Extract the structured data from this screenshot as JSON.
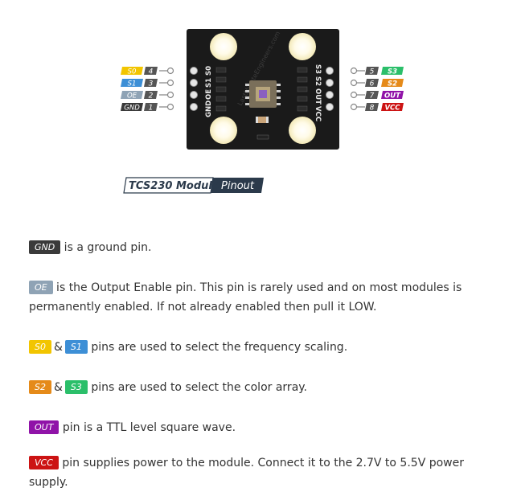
{
  "colors": {
    "GND": "#3a3a3a",
    "OE": "#8fa3b5",
    "S0": "#f2c500",
    "S1": "#3d8fd6",
    "S2": "#e58a19",
    "S3": "#2bbf6a",
    "OUT": "#9013a8",
    "VCC": "#cc1313",
    "board": "#1a1a1a"
  },
  "diagram": {
    "caption_left": "TCS230 Module",
    "caption_right": "Pinout",
    "left_pins": [
      {
        "name": "S0",
        "num": "4"
      },
      {
        "name": "S1",
        "num": "3"
      },
      {
        "name": "OE",
        "num": "2"
      },
      {
        "name": "GND",
        "num": "1"
      }
    ],
    "right_pins": [
      {
        "name": "S3",
        "num": "5"
      },
      {
        "name": "S2",
        "num": "6"
      },
      {
        "name": "OUT",
        "num": "7"
      },
      {
        "name": "VCC",
        "num": "8"
      }
    ],
    "left_silk": [
      "S0",
      "S1",
      "OE",
      "GND"
    ],
    "right_silk": [
      "S3",
      "S2",
      "OUT",
      "VCC"
    ],
    "watermark": "LastMinuteEngineers.com"
  },
  "descriptions": {
    "gnd": {
      "badge": "GND",
      "text": " is a ground pin."
    },
    "oe": {
      "badge": "OE",
      "text": " is the Output Enable pin. This pin is rarely used and on most modules is permanently enabled. If not already enabled then pull it LOW."
    },
    "s0s1": {
      "badge1": "S0",
      "amp": "&",
      "badge2": "S1",
      "text": " pins are used to select the frequency scaling."
    },
    "s2s3": {
      "badge1": "S2",
      "amp": "&",
      "badge2": "S3",
      "text": " pins are used to select the color array."
    },
    "out": {
      "badge": "OUT",
      "text": " pin is a TTL level square wave."
    },
    "vcc": {
      "badge": "VCC",
      "text": " pin supplies power to the module. Connect it to the 2.7V to 5.5V power supply."
    }
  }
}
